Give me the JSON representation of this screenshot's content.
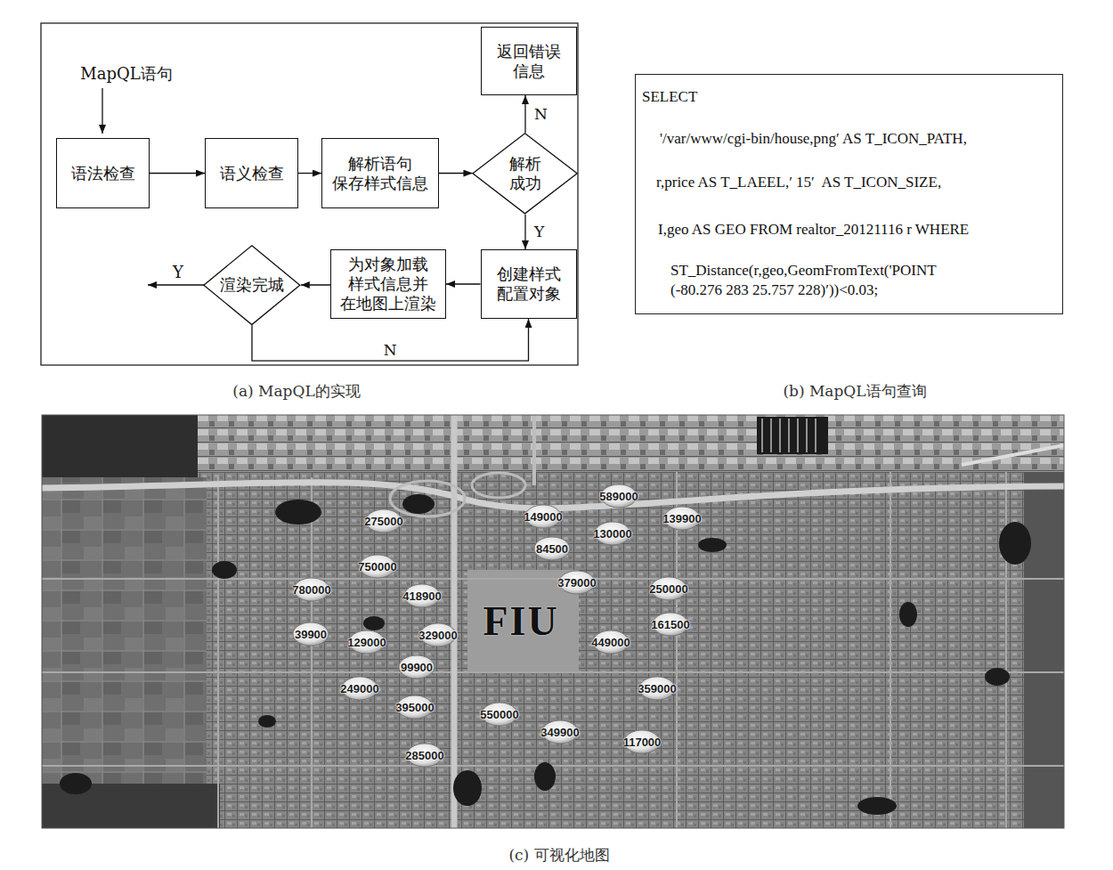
{
  "diagram": {
    "nodes": [
      {
        "text": [
          "语法检查"
        ]
      },
      {
        "text": [
          "语义检查"
        ]
      },
      {
        "text": [
          "解析语句 保存样式信息"
        ]
      },
      {
        "text": [
          "解析 成功"
        ]
      },
      {
        "text": [
          "返回错误 信息"
        ]
      },
      {
        "text": [
          "创建样式 配置对象"
        ]
      },
      {
        "text": [
          "为对象加载 样式信息并 在地图上渲染"
        ]
      },
      {
        "text": [
          "渲染完城"
        ]
      },
      {
        "text": [
          "SELECT",
          "'/var/www/cgi-bin/house,png′ AS T_ICON_PATH,",
          "r,price AS T_LAEEL,′ 15′  AS T_ICON_SIZE,",
          "I,geo AS GEO FROM realtor_20121116 r WHERE",
          "ST_Distance(r,geo,GeomFromText('POINT",
          "(-80.276 283 25.757 228)′))<0.03;"
        ]
      }
    ],
    "edges": [
      {
        "from": 0,
        "to": 1,
        "arrow": "to"
      },
      {
        "from": 1,
        "to": 2,
        "arrow": "to"
      },
      {
        "from": 2,
        "to": 3,
        "arrow": "to"
      },
      {
        "from": 3,
        "to": 4,
        "arrow": "to",
        "label": "N"
      },
      {
        "from": 3,
        "to": 5,
        "arrow": "to",
        "label": "Y"
      },
      {
        "from": 5,
        "to": 6,
        "arrow": "to"
      },
      {
        "from": 6,
        "to": 7,
        "arrow": "to"
      },
      {
        "from": 7,
        "to": 5,
        "arrow": "to",
        "label": "N"
      }
    ],
    "labels": [
      "MapQL语句",
      "Y",
      "(a) MapQL的实现",
      "(b) MapQL语句查询",
      "FIU",
      "589000",
      "275000",
      "149000",
      "139900",
      "130000",
      "84500",
      "750000",
      "379000",
      "250000",
      "780000",
      "418900",
      "161500",
      "39900",
      "329000",
      "129000",
      "449000",
      "99900",
      "249000",
      "359000",
      "395000",
      "550000",
      "349900",
      "117000",
      "285000",
      "(c) 可视化地图"
    ]
  }
}
